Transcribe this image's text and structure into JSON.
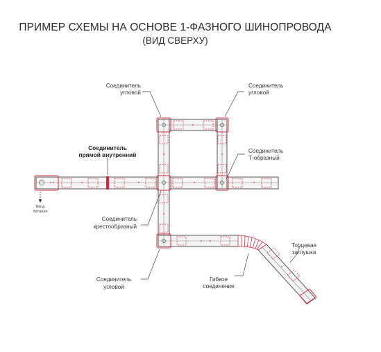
{
  "title": "ПРИМЕР СХЕМЫ НА ОСНОВЕ 1-ФАЗНОГО ШИНОПРОВОДА",
  "subtitle": "(ВИД СВЕРХУ)",
  "labels": {
    "corner_tl": [
      "Соединитель",
      "угловой"
    ],
    "corner_tr": [
      "Соединитель",
      "угловой"
    ],
    "straight_internal": [
      "Соединитель",
      "прямой внутренний"
    ],
    "t_shaped": [
      "Соединитель",
      "Т-образный"
    ],
    "power_input": [
      "Ввод",
      "питания"
    ],
    "cross_shaped": [
      "Соединитель",
      "крестообразный"
    ],
    "end_cap": [
      "Торцевая",
      "заглушка"
    ],
    "corner_bl": [
      "Соединитель",
      "угловой"
    ],
    "flexible": [
      "Гибкое",
      "соединение"
    ]
  },
  "colors": {
    "accent": "#d6283a",
    "track": "#555555",
    "track_fill": "#f4f4f4",
    "leader": "#444444"
  }
}
